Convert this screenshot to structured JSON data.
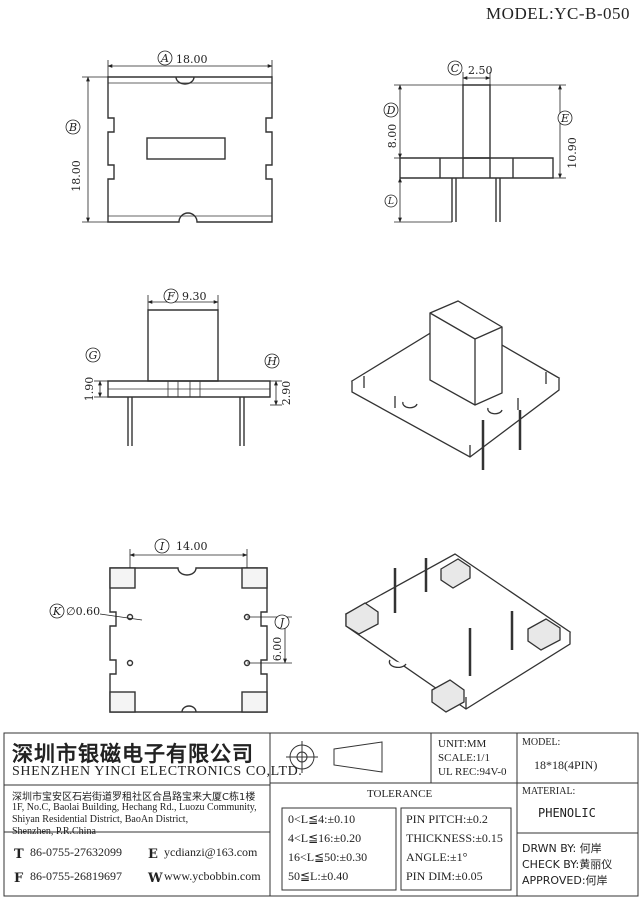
{
  "model_label": "MODEL:YC-B-050",
  "views": {
    "dim_A": {
      "letter": "A",
      "value": "18.00"
    },
    "dim_B": {
      "letter": "B",
      "value": "18.00"
    },
    "dim_C": {
      "letter": "C",
      "value": "2.50"
    },
    "dim_D": {
      "letter": "D",
      "value": "8.00"
    },
    "dim_E": {
      "letter": "E",
      "value": "10.90"
    },
    "dim_L": {
      "letter": "L"
    },
    "dim_F": {
      "letter": "F",
      "value": "9.30"
    },
    "dim_G": {
      "letter": "G",
      "value": "1.90"
    },
    "dim_H": {
      "letter": "H",
      "value": "2.90"
    },
    "dim_I": {
      "letter": "I",
      "value": "14.00"
    },
    "dim_K": {
      "letter": "K",
      "value": "∅0.60"
    },
    "dim_J": {
      "letter": "J",
      "value": "6.00"
    }
  },
  "title_block": {
    "company_cn": "深圳市银磁电子有限公司",
    "company_en": "SHENZHEN YINCI ELECTRONICS CO,LTD.",
    "address_cn": "深圳市宝安区石岩街道罗租社区合昌路宝来大厦C栋1楼",
    "address_en_1": "1F, No.C, Baolai Building, Hechang Rd., Luozu Community,",
    "address_en_2": "Shiyan Residential District, BaoAn District,",
    "address_en_3": "Shenzhen, P.R.China",
    "tel_label": "T",
    "tel": "86-0755-27632099",
    "fax_label": "F",
    "fax": "86-0755-26819697",
    "email_label": "E",
    "email": "ycdianzi@163.com",
    "web_label": "W",
    "web": "www.ycbobbin.com",
    "unit": "UNIT:MM",
    "scale": "SCALE:1/1",
    "ul_rec": "UL REC:94V-0",
    "tolerance_title": "TOLERANCE",
    "tolerances": [
      "0<L≦4:±0.10",
      "4<L≦16:±0.20",
      "16<L≦50:±0.30",
      "50≦L:±0.40"
    ],
    "specs": [
      "PIN PITCH:±0.2",
      "THICKNESS:±0.15",
      "ANGLE:±1°",
      "PIN DIM:±0.05"
    ],
    "model_title": "MODEL:",
    "model_value": "18*18(4PIN)",
    "material_title": "MATERIAL:",
    "material_value": "PHENOLIC",
    "drawn_by": "DRWN BY: 何岸",
    "checked_by": "CHECK BY:黄丽仪",
    "approved_by": "APPROVED:何岸"
  }
}
